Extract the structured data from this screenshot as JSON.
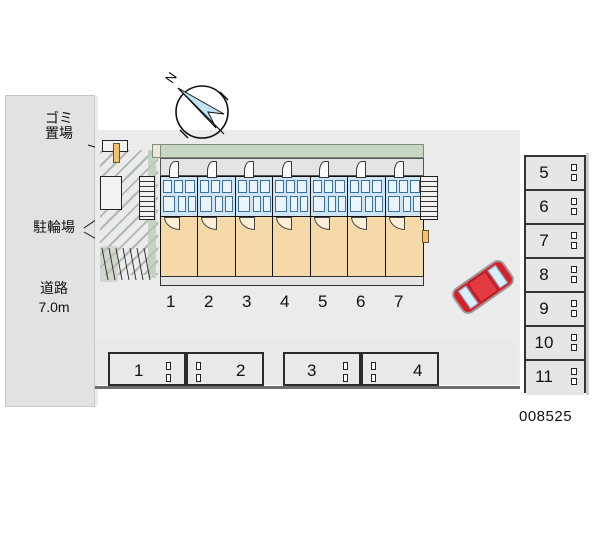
{
  "document": {
    "type": "site-plan",
    "watermark_id": "008525",
    "background_color": "#ffffff"
  },
  "compass": {
    "name": "north-arrow",
    "label": "N",
    "needle_color": "#bfe3f4",
    "direction_deg": 305
  },
  "road": {
    "label_line1": "道路",
    "label_line2": "7.0m",
    "fill_color": "#e2e2e2"
  },
  "annotations": [
    {
      "id": "gomi",
      "label_line1": "ゴミ",
      "label_line2": "置場"
    },
    {
      "id": "chu",
      "label_line1": "駐輪場",
      "label_line2": ""
    }
  ],
  "building": {
    "name": "apartment-block",
    "roof_color": "#c8d6c4",
    "wet_area_color": "#cfe4f5",
    "room_color": "#f5d9a8",
    "unit_count": 7,
    "unit_numbers": [
      "1",
      "2",
      "3",
      "4",
      "5",
      "6",
      "7"
    ]
  },
  "parking_right": {
    "title": "parking-column-right",
    "stalls": [
      {
        "number": "5"
      },
      {
        "number": "6"
      },
      {
        "number": "7"
      },
      {
        "number": "8"
      },
      {
        "number": "9"
      },
      {
        "number": "10"
      },
      {
        "number": "11"
      }
    ]
  },
  "parking_bottom": {
    "title": "parking-row-bottom",
    "stalls": [
      {
        "number": "1"
      },
      {
        "number": "2"
      },
      {
        "number": "3"
      },
      {
        "number": "4"
      }
    ]
  },
  "car": {
    "name": "parked-car-illustration",
    "body_color": "#d81f26",
    "window_color": "#d9eefb"
  }
}
